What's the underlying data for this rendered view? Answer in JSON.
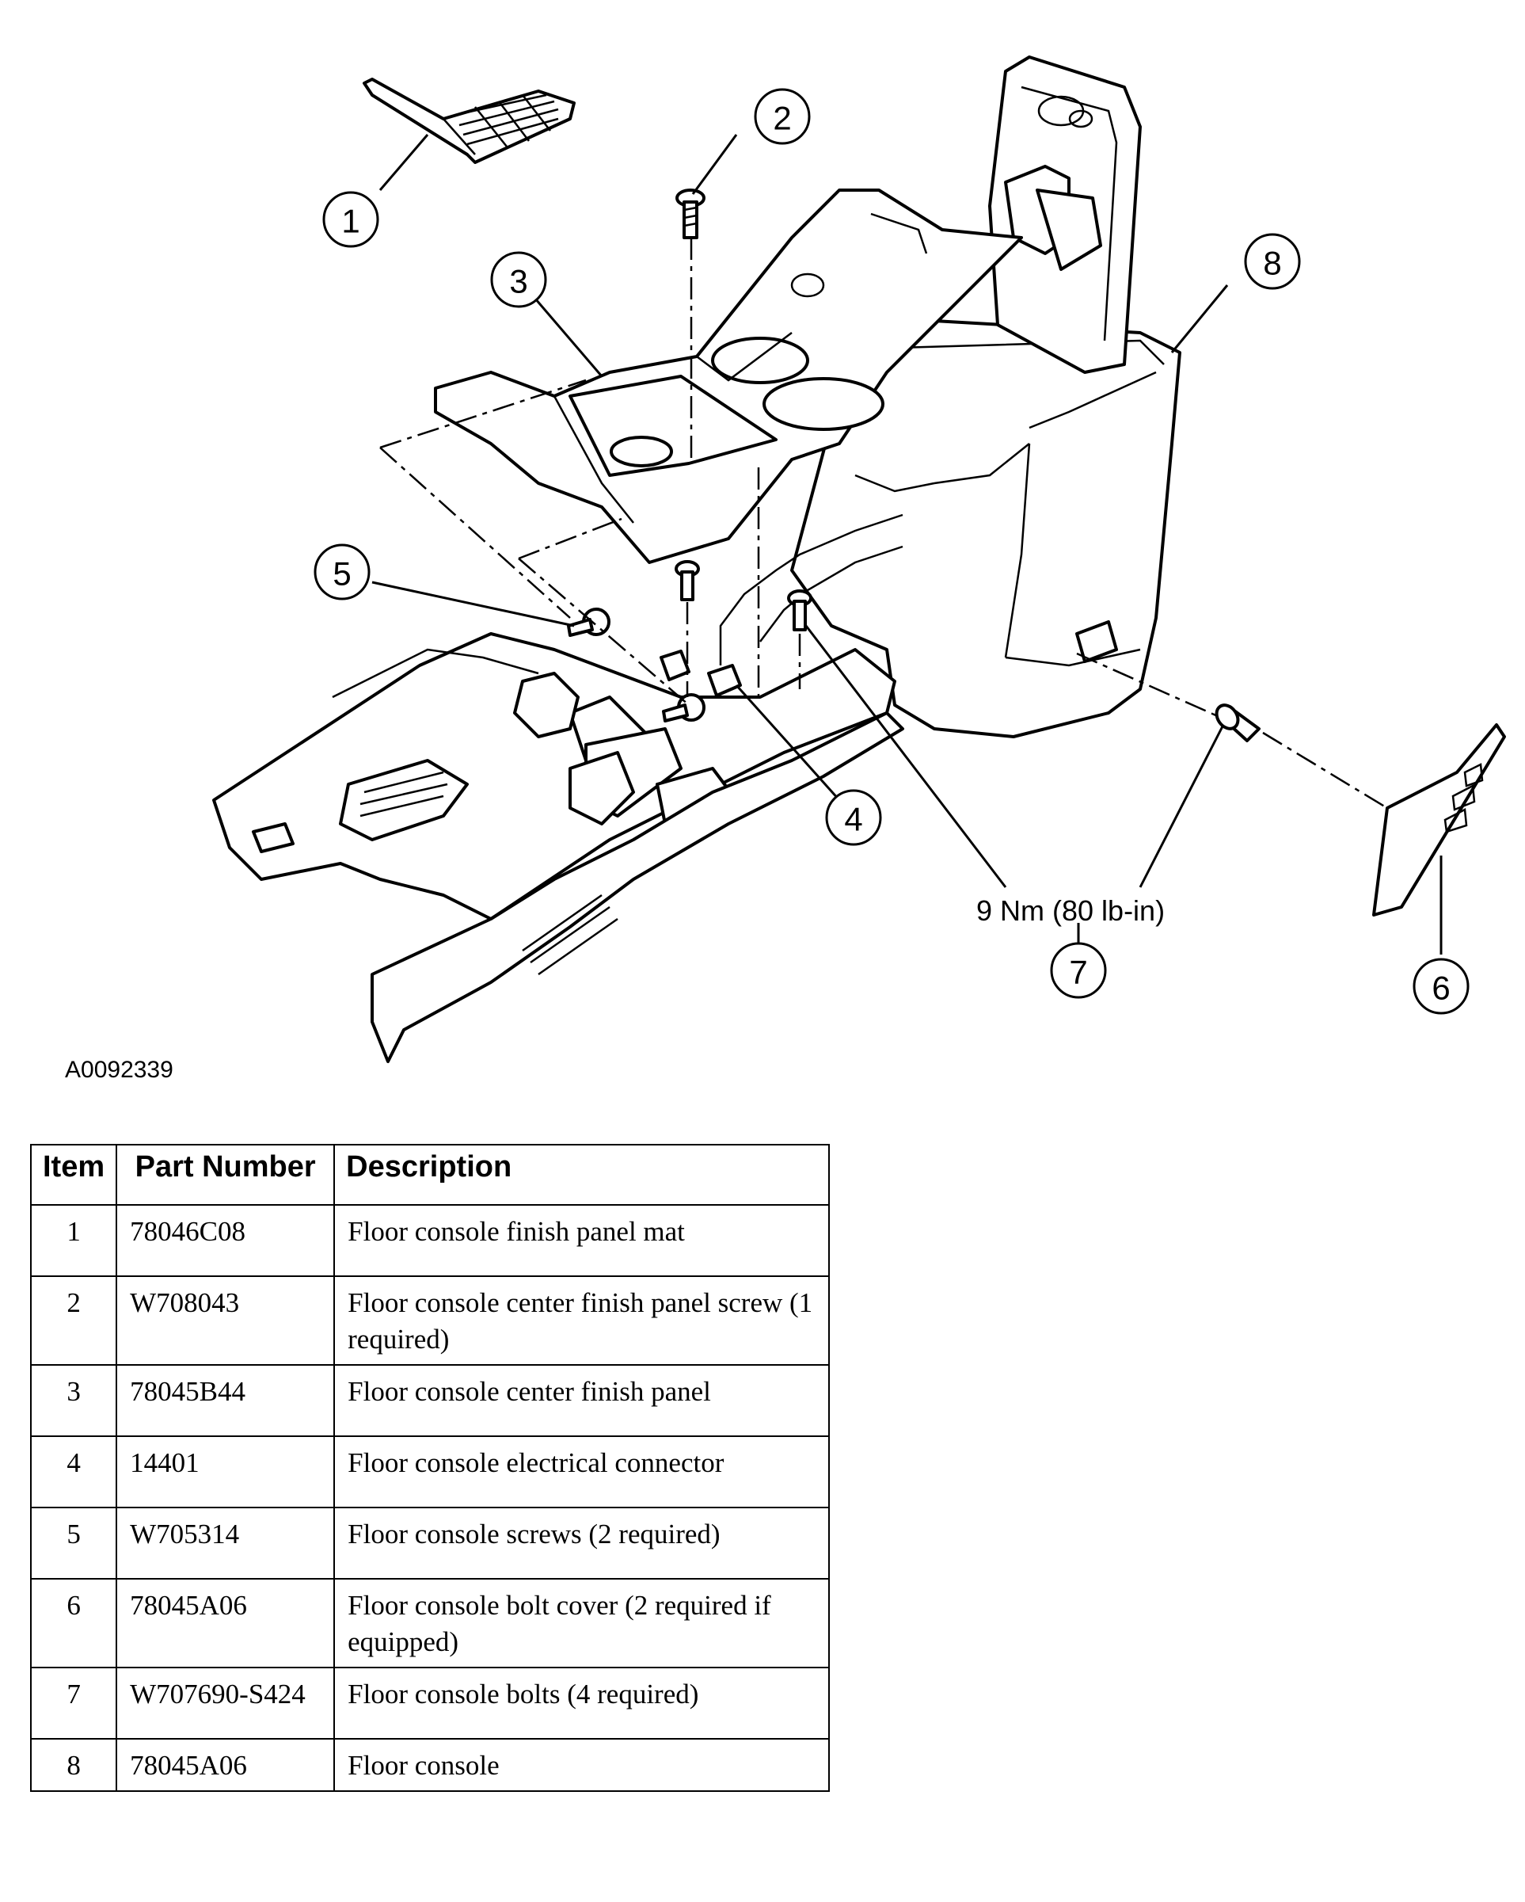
{
  "figure_id": "A0092339",
  "torque_spec": "9 Nm (80 lb-in)",
  "callouts": [
    "1",
    "2",
    "3",
    "4",
    "5",
    "6",
    "7",
    "8"
  ],
  "table": {
    "headers": {
      "item": "Item",
      "part_number": "Part Number",
      "description": "Description"
    },
    "rows": [
      {
        "item": "1",
        "part_number": "78046C08",
        "description": "Floor console finish panel mat"
      },
      {
        "item": "2",
        "part_number": "W708043",
        "description": "Floor console center finish panel screw (1 required)"
      },
      {
        "item": "3",
        "part_number": "78045B44",
        "description": "Floor console center finish panel"
      },
      {
        "item": "4",
        "part_number": "14401",
        "description": "Floor console electrical connector"
      },
      {
        "item": "5",
        "part_number": "W705314",
        "description": "Floor console screws (2 required)"
      },
      {
        "item": "6",
        "part_number": "78045A06",
        "description": "Floor console bolt cover (2 required if equipped)"
      },
      {
        "item": "7",
        "part_number": "W707690-S424",
        "description": "Floor console bolts (4 required)"
      },
      {
        "item": "8",
        "part_number": "78045A06",
        "description": "Floor console"
      }
    ]
  }
}
